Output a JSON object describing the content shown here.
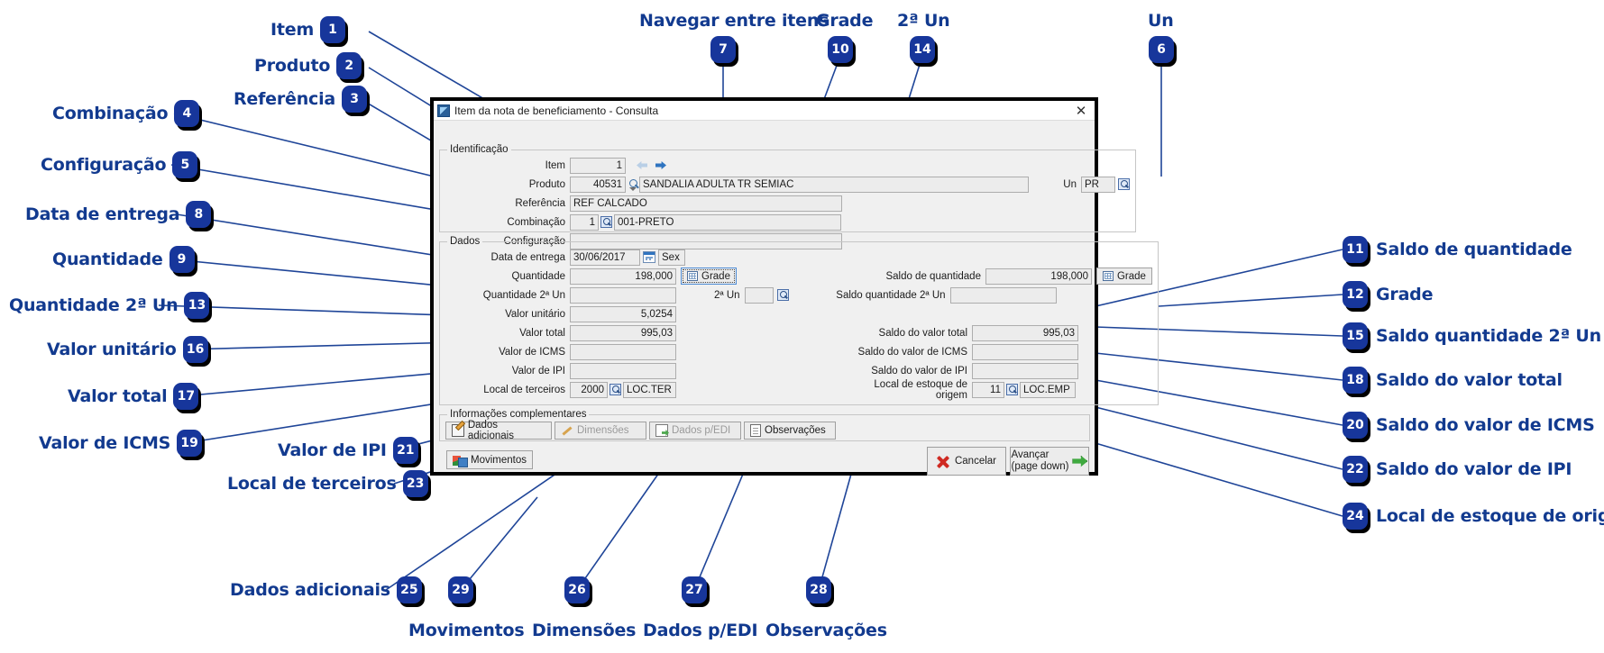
{
  "dialog": {
    "title": "Item da nota de beneficiamento - Consulta",
    "close_label": "✕",
    "groups": {
      "identificacao": "Identificação",
      "dados": "Dados",
      "info": "Informações complementares"
    },
    "identificacao": {
      "item_label": "Item",
      "item_value": "1",
      "nav_prev_icon": "arrow-left-icon",
      "nav_next_icon": "arrow-right-icon",
      "produto_label": "Produto",
      "produto_code": "40531",
      "produto_desc": "SANDALIA ADULTA TR SEMIAC",
      "referencia_label": "Referência",
      "referencia_value": "REF CALCADO",
      "combinacao_label": "Combinação",
      "combinacao_code": "1",
      "combinacao_desc": "001-PRETO",
      "configuracao_label": "Configuração",
      "configuracao_value": "",
      "un_label": "Un",
      "un_value": "PR"
    },
    "dados": {
      "data_entrega_label": "Data de entrega",
      "data_entrega_value": "30/06/2017",
      "data_entrega_weekday": "Sex",
      "quantidade_label": "Quantidade",
      "quantidade_value": "198,000",
      "grade_button": "Grade",
      "quantidade_2un_label": "Quantidade 2ª Un",
      "quantidade_2un_value": "",
      "segunda_un_label": "2ª Un",
      "segunda_un_value": "",
      "valor_unitario_label": "Valor unitário",
      "valor_unitario_value": "5,0254",
      "valor_total_label": "Valor total",
      "valor_total_value": "995,03",
      "valor_icms_label": "Valor de ICMS",
      "valor_icms_value": "",
      "valor_ipi_label": "Valor de IPI",
      "valor_ipi_value": "",
      "local_terceiros_label": "Local de terceiros",
      "local_terceiros_code": "2000",
      "local_terceiros_desc": "LOC.TER",
      "saldo_quantidade_label": "Saldo de quantidade",
      "saldo_quantidade_value": "198,000",
      "saldo_grade_button": "Grade",
      "saldo_quantidade_2un_label": "Saldo quantidade 2ª Un",
      "saldo_quantidade_2un_value": "",
      "saldo_valor_total_label": "Saldo do valor total",
      "saldo_valor_total_value": "995,03",
      "saldo_valor_icms_label": "Saldo do valor de ICMS",
      "saldo_valor_icms_value": "",
      "saldo_valor_ipi_label": "Saldo do valor de IPI",
      "saldo_valor_ipi_value": "",
      "local_estoque_origem_label": "Local de estoque de origem",
      "local_estoque_origem_code": "11",
      "local_estoque_origem_desc": "LOC.EMP"
    },
    "info_buttons": [
      {
        "label": "Dados adicionais",
        "icon": "pencil-pad-icon",
        "disabled": false
      },
      {
        "label": "Dimensões",
        "icon": "dimension-icon",
        "disabled": true
      },
      {
        "label": "Dados p/EDI",
        "icon": "edi-export-icon",
        "disabled": true
      },
      {
        "label": "Observações",
        "icon": "notes-icon",
        "disabled": false
      }
    ],
    "movimentos_button": "Movimentos",
    "footer": {
      "cancelar": "Cancelar",
      "avancar_line1": "Avançar",
      "avancar_line2": "(page down)"
    }
  },
  "annotations": {
    "top": [
      {
        "num": "1",
        "text": "Item"
      },
      {
        "num": "2",
        "text": "Produto"
      },
      {
        "num": "7",
        "text": "Navegar entre itens"
      },
      {
        "num": "10",
        "text": "Grade"
      },
      {
        "num": "14",
        "text": "2ª Un"
      },
      {
        "num": "6",
        "text": "Un"
      },
      {
        "num": "3",
        "text": "Referência"
      }
    ],
    "left": [
      {
        "num": "4",
        "text": "Combinação"
      },
      {
        "num": "5",
        "text": "Configuração"
      },
      {
        "num": "8",
        "text": "Data de entrega"
      },
      {
        "num": "9",
        "text": "Quantidade"
      },
      {
        "num": "13",
        "text": "Quantidade 2ª Un"
      },
      {
        "num": "16",
        "text": "Valor unitário"
      },
      {
        "num": "17",
        "text": "Valor total"
      },
      {
        "num": "19",
        "text": "Valor de ICMS"
      },
      {
        "num": "21",
        "text": "Valor de IPI"
      },
      {
        "num": "23",
        "text": "Local de terceiros"
      }
    ],
    "right": [
      {
        "num": "11",
        "text": "Saldo de quantidade"
      },
      {
        "num": "12",
        "text": "Grade"
      },
      {
        "num": "15",
        "text": "Saldo quantidade 2ª Un"
      },
      {
        "num": "18",
        "text": "Saldo do valor total"
      },
      {
        "num": "20",
        "text": "Saldo do valor de ICMS"
      },
      {
        "num": "22",
        "text": "Saldo do valor de IPI"
      },
      {
        "num": "24",
        "text": "Local de estoque de origem"
      }
    ],
    "bottom": [
      {
        "num": "25",
        "text": "Dados adicionais"
      },
      {
        "num": "29",
        "text": "Movimentos"
      },
      {
        "num": "26",
        "text": "Dimensões"
      },
      {
        "num": "27",
        "text": "Dados p/EDI"
      },
      {
        "num": "28",
        "text": "Observações"
      }
    ]
  },
  "colors": {
    "badge_bg": "#17369b",
    "annotation_text": "#123a8f",
    "leader_line": "#1f4598"
  }
}
